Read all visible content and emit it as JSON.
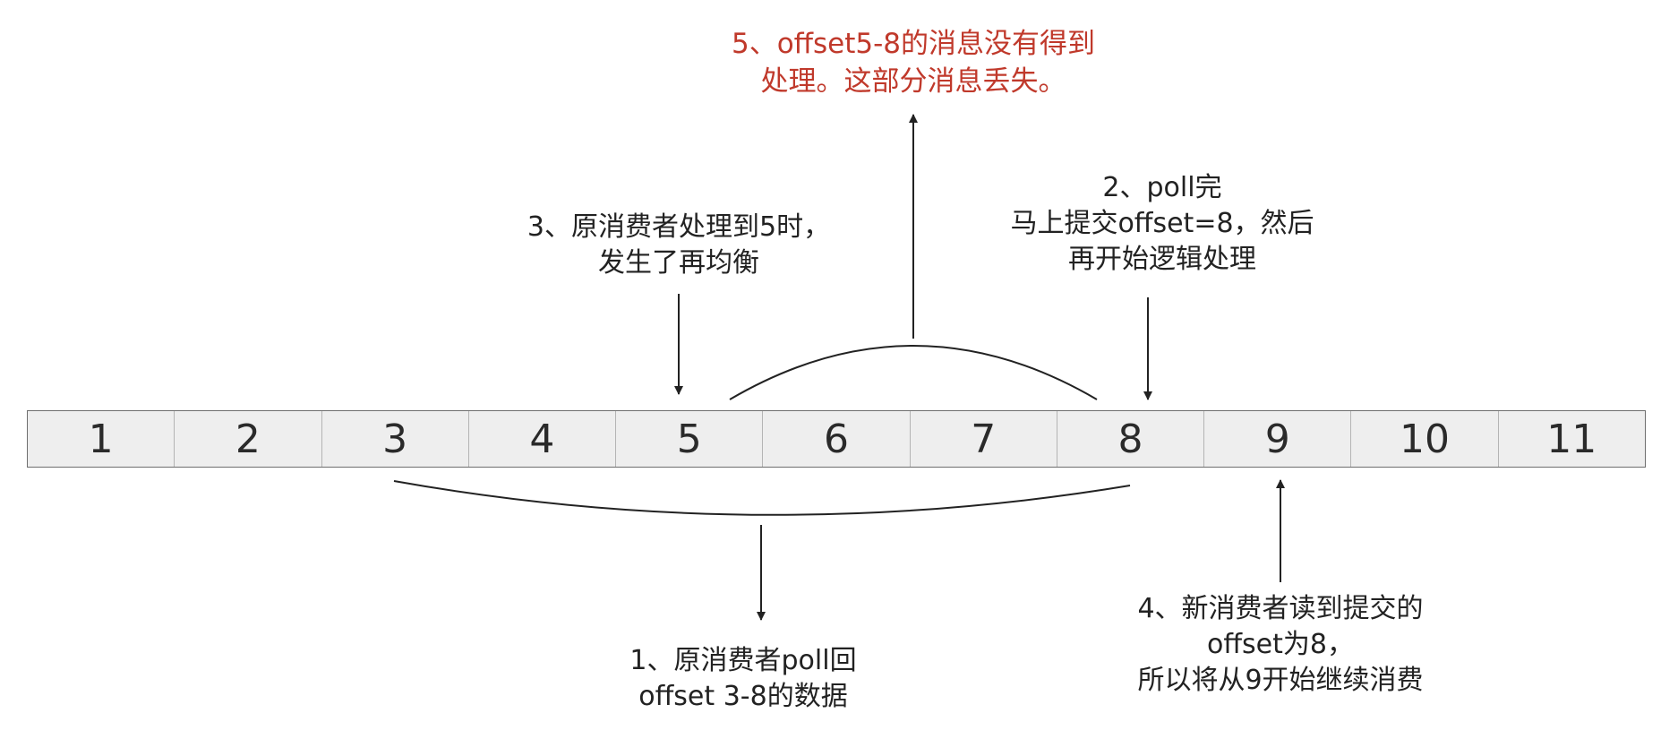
{
  "cells": [
    "1",
    "2",
    "3",
    "4",
    "5",
    "6",
    "7",
    "8",
    "9",
    "10",
    "11"
  ],
  "notes": {
    "n1": [
      "1、原消费者poll回",
      "offset 3-8的数据"
    ],
    "n2": [
      "2、poll完",
      "马上提交offset=8，然后",
      "再开始逻辑处理"
    ],
    "n3": [
      "3、原消费者处理到5时，",
      "发生了再均衡"
    ],
    "n4": [
      "4、新消费者读到提交的",
      "offset为8，",
      "所以将从9开始继续消费"
    ],
    "n5": [
      "5、offset5-8的消息没有得到",
      "处理。这部分消息丢失。"
    ]
  },
  "colors": {
    "lost_text": "#c0392b",
    "cell_fill": "#eeeeee",
    "line": "#222222"
  }
}
